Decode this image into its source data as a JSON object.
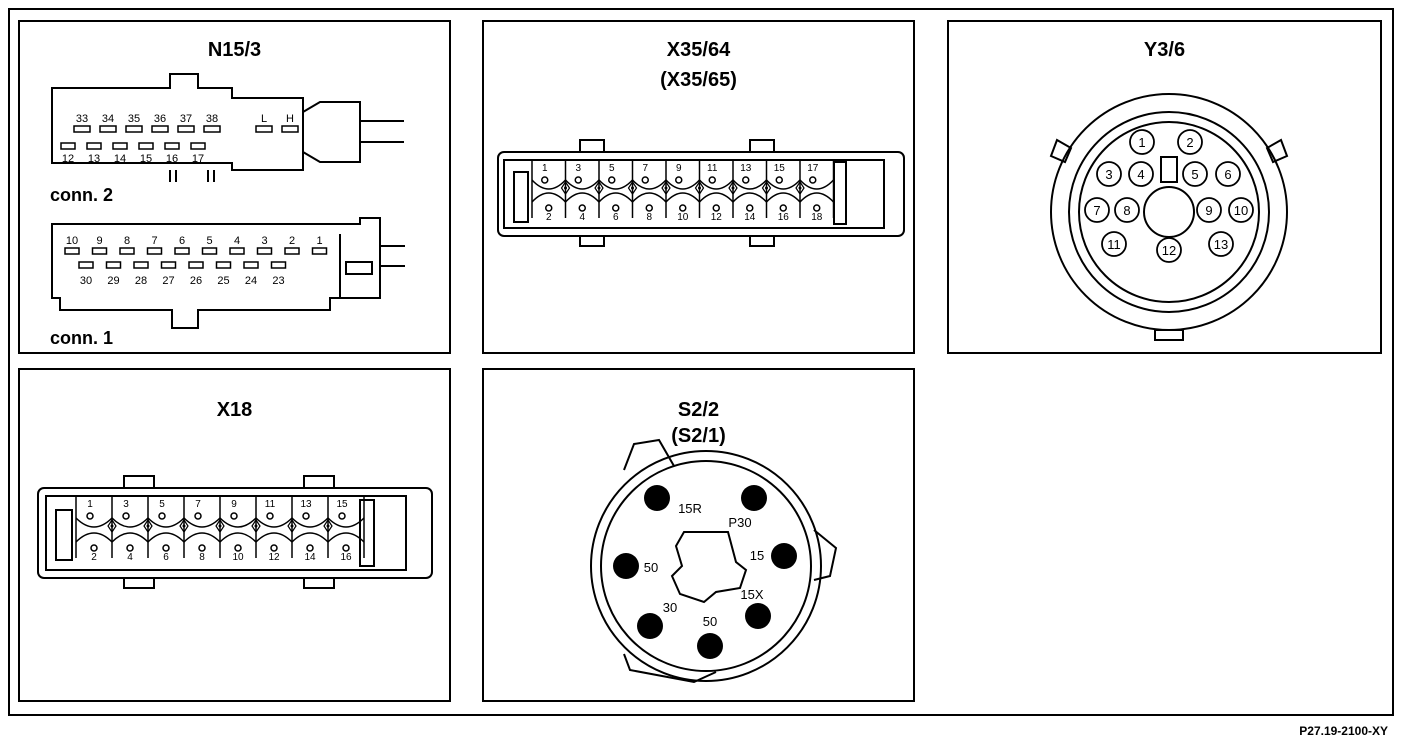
{
  "panels": {
    "n15_3": {
      "title": "N15/3",
      "conn2_label": "conn. 2",
      "conn1_label": "conn. 1",
      "conn2_top": [
        "33",
        "34",
        "35",
        "36",
        "37",
        "38"
      ],
      "conn2_bottom": [
        "12",
        "13",
        "14",
        "15",
        "16",
        "17"
      ],
      "conn2_lh": [
        "L",
        "H"
      ],
      "conn1_top": [
        "10",
        "9",
        "8",
        "7",
        "6",
        "5",
        "4",
        "3",
        "2",
        "1"
      ],
      "conn1_bottom": [
        "30",
        "29",
        "28",
        "27",
        "26",
        "25",
        "24",
        "23"
      ]
    },
    "x35_64": {
      "title": "X35/64",
      "subtitle": "(X35/65)",
      "top_pins": [
        "1",
        "3",
        "5",
        "7",
        "9",
        "11",
        "13",
        "15",
        "17"
      ],
      "bottom_pins": [
        "2",
        "4",
        "6",
        "8",
        "10",
        "12",
        "14",
        "16",
        "18"
      ]
    },
    "y3_6": {
      "title": "Y3/6",
      "pins": [
        "1",
        "2",
        "3",
        "4",
        "5",
        "6",
        "7",
        "8",
        "9",
        "10",
        "11",
        "12",
        "13"
      ]
    },
    "x18": {
      "title": "X18",
      "top_pins": [
        "1",
        "3",
        "5",
        "7",
        "9",
        "11",
        "13",
        "15"
      ],
      "bottom_pins": [
        "2",
        "4",
        "6",
        "8",
        "10",
        "12",
        "14",
        "16"
      ]
    },
    "s2_2": {
      "title": "S2/2",
      "subtitle": "(S2/1)",
      "terminals": [
        "15R",
        "P30",
        "15",
        "50",
        "15X",
        "30",
        "50"
      ]
    }
  },
  "footer": {
    "reference": "P27.19-2100-XY"
  }
}
